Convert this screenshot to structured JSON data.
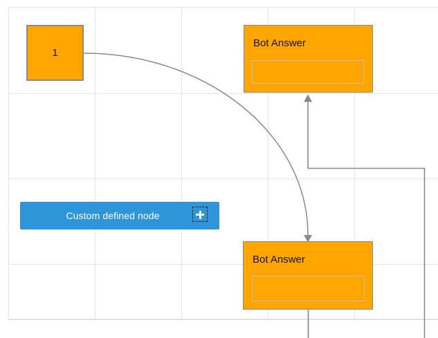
{
  "diagram": {
    "nodes": {
      "start": {
        "label": "1"
      },
      "bot_answer_top": {
        "title": "Bot Answer",
        "input_value": ""
      },
      "bot_answer_bottom": {
        "title": "Bot Answer",
        "input_value": ""
      }
    },
    "palette": {
      "custom_node_label": "Custom defined node"
    },
    "icons": {
      "add_port": "plus-icon"
    },
    "colors": {
      "node_fill": "#FFA500",
      "node_border": "#8A8A8A",
      "inner_box_border": "#C4BFB6",
      "connector": "#8A8A8A",
      "grid_line": "#E5E5E5",
      "button_fill": "#2E95D8",
      "button_text": "#FFFFFF",
      "label_text": "#141414"
    }
  }
}
